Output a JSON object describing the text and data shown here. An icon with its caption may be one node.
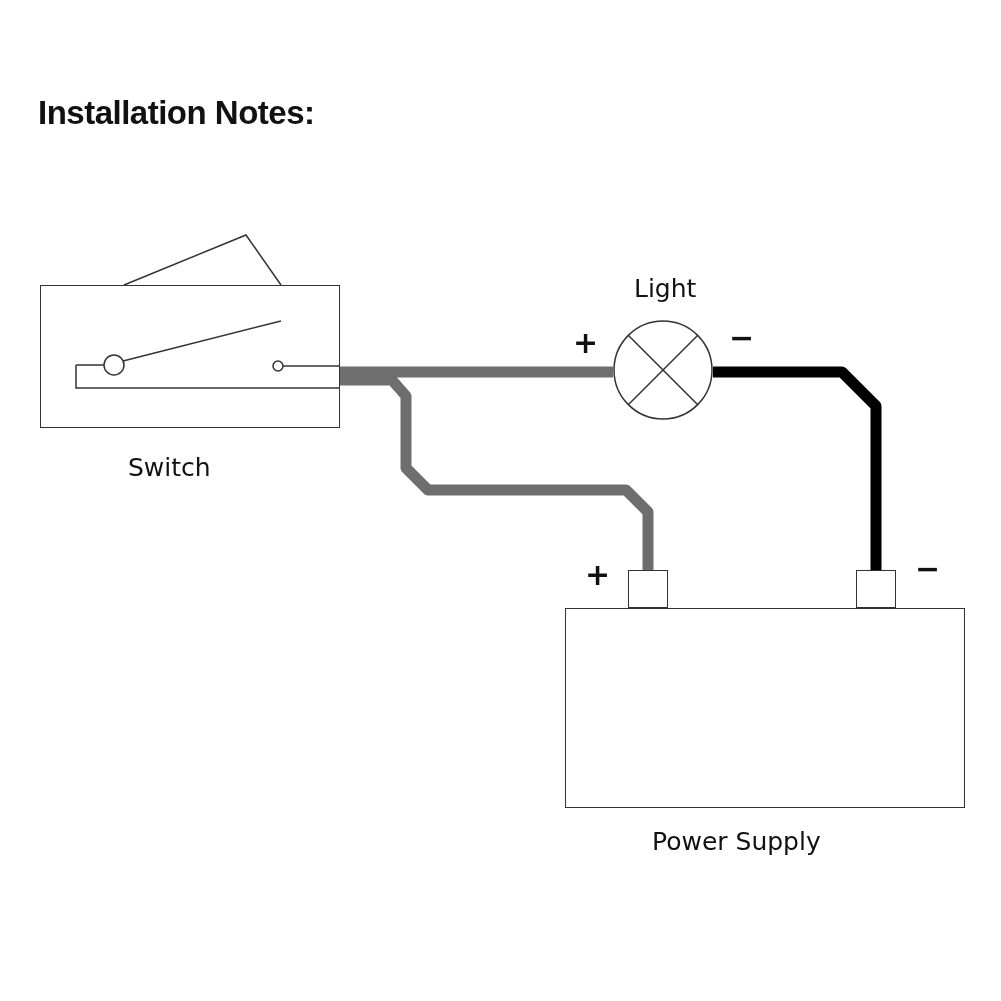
{
  "diagram": {
    "title": "Installation Notes:",
    "nodes": [
      {
        "text": [
          "Switch"
        ]
      },
      {
        "text": [
          "Light"
        ],
        "beside": [
          "+",
          "−"
        ]
      },
      {
        "text": [
          "Power Supply"
        ]
      },
      {
        "text": [],
        "shape": "box",
        "beside": [
          "+"
        ]
      },
      {
        "text": [],
        "shape": "box",
        "beside": [
          "−"
        ]
      }
    ],
    "edges": [
      {
        "from": 0,
        "to": 1,
        "arrow": "none"
      },
      {
        "from": 0,
        "to": 3,
        "arrow": "none"
      },
      {
        "from": 1,
        "to": 4,
        "arrow": "none",
        "color": "#000000"
      }
    ]
  }
}
